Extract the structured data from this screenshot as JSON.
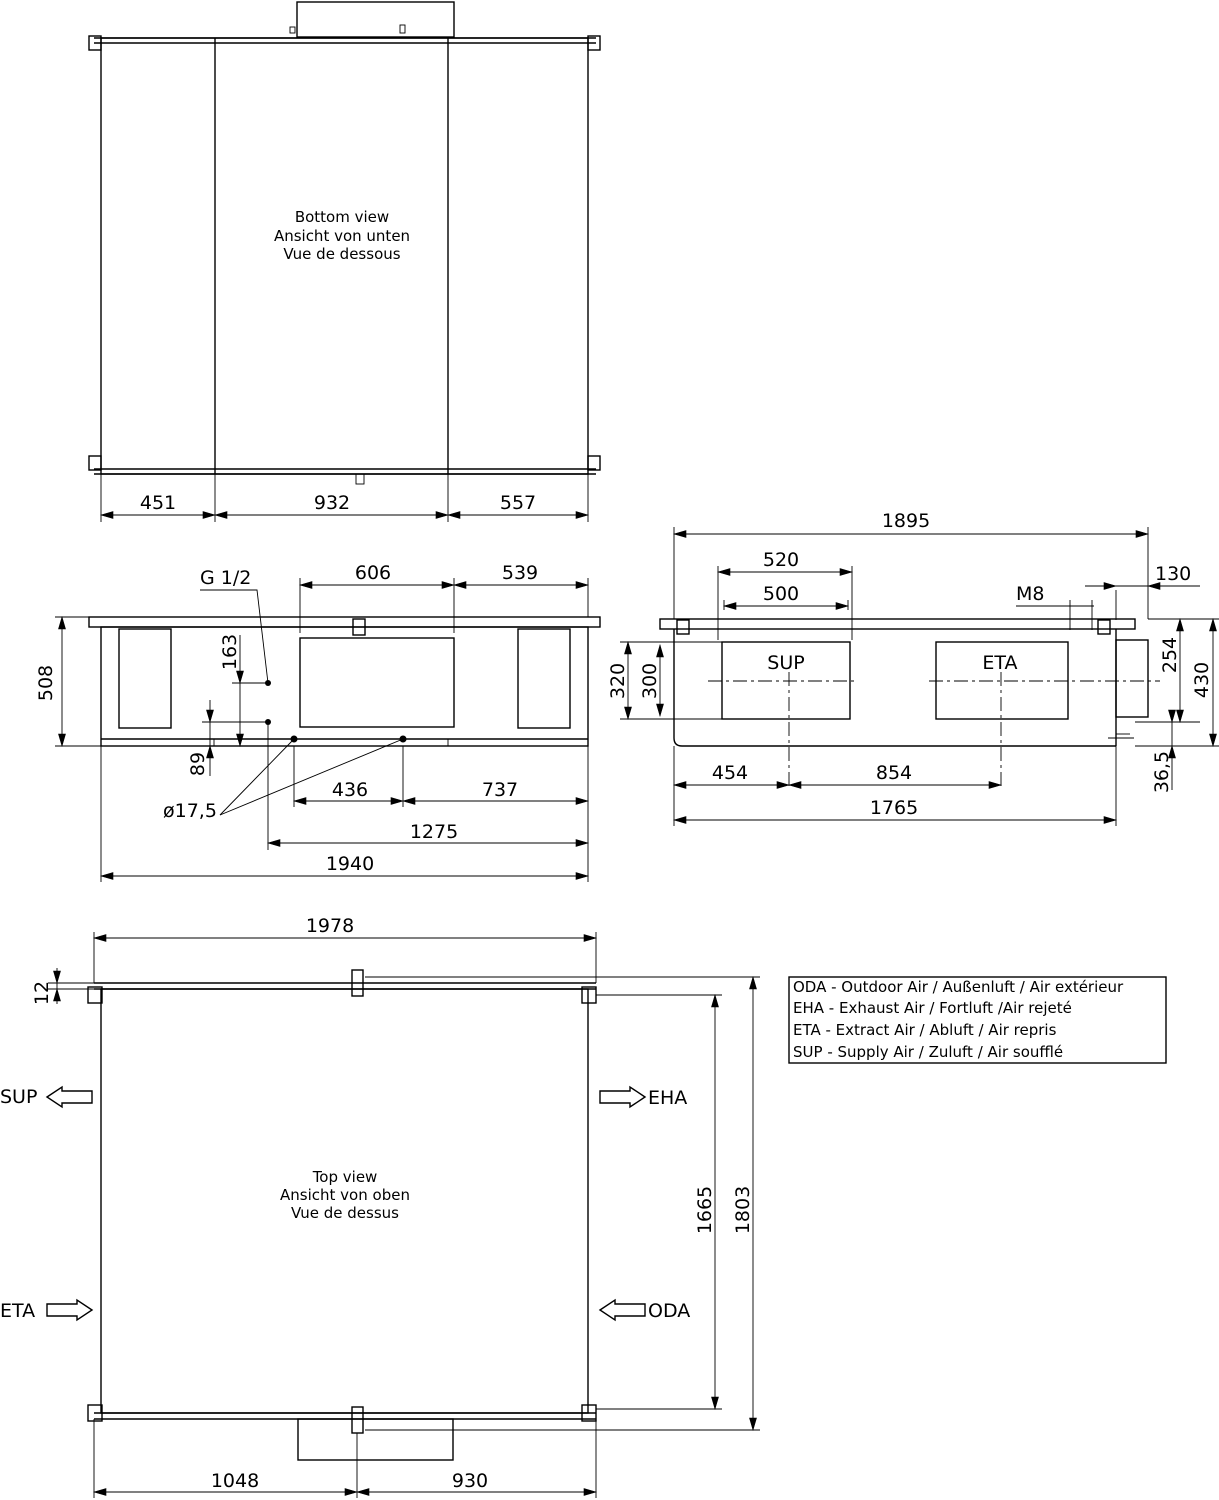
{
  "bottom_view": {
    "title": [
      "Bottom view",
      "Ansicht von unten",
      "Vue de dessous"
    ],
    "dims": [
      "451",
      "932",
      "557"
    ]
  },
  "front_view": {
    "dims": {
      "d606": "606",
      "d539": "539",
      "d508": "508",
      "d163": "163",
      "d89": "89",
      "d436": "436",
      "d737": "737",
      "d1275": "1275",
      "d1940": "1940"
    },
    "labels": {
      "g12": "G 1/2",
      "drain": "ø17,5"
    }
  },
  "side_view": {
    "dims": {
      "d1895": "1895",
      "d520": "520",
      "d500": "500",
      "d130": "130",
      "d320": "320",
      "d300": "300",
      "d254": "254",
      "d430": "430",
      "d36": "36,5",
      "d454": "454",
      "d854": "854",
      "d1765": "1765"
    },
    "labels": {
      "m8": "M8",
      "sup": "SUP",
      "eta": "ETA"
    }
  },
  "top_view": {
    "title": [
      "Top view",
      "Ansicht von oben",
      "Vue de dessus"
    ],
    "dims": {
      "d1978": "1978",
      "d12": "12",
      "d1665": "1665",
      "d1803": "1803",
      "d1048": "1048",
      "d930": "930"
    },
    "ports": {
      "sup": "SUP",
      "eta": "ETA",
      "eha": "EHA",
      "oda": "ODA"
    }
  },
  "legend": [
    "ODA - Outdoor Air / Außenluft / Air extérieur",
    "EHA - Exhaust Air / Fortluft /Air rejeté",
    "ETA - Extract Air / Abluft / Air repris",
    "SUP - Supply Air / Zuluft / Air soufflé"
  ]
}
